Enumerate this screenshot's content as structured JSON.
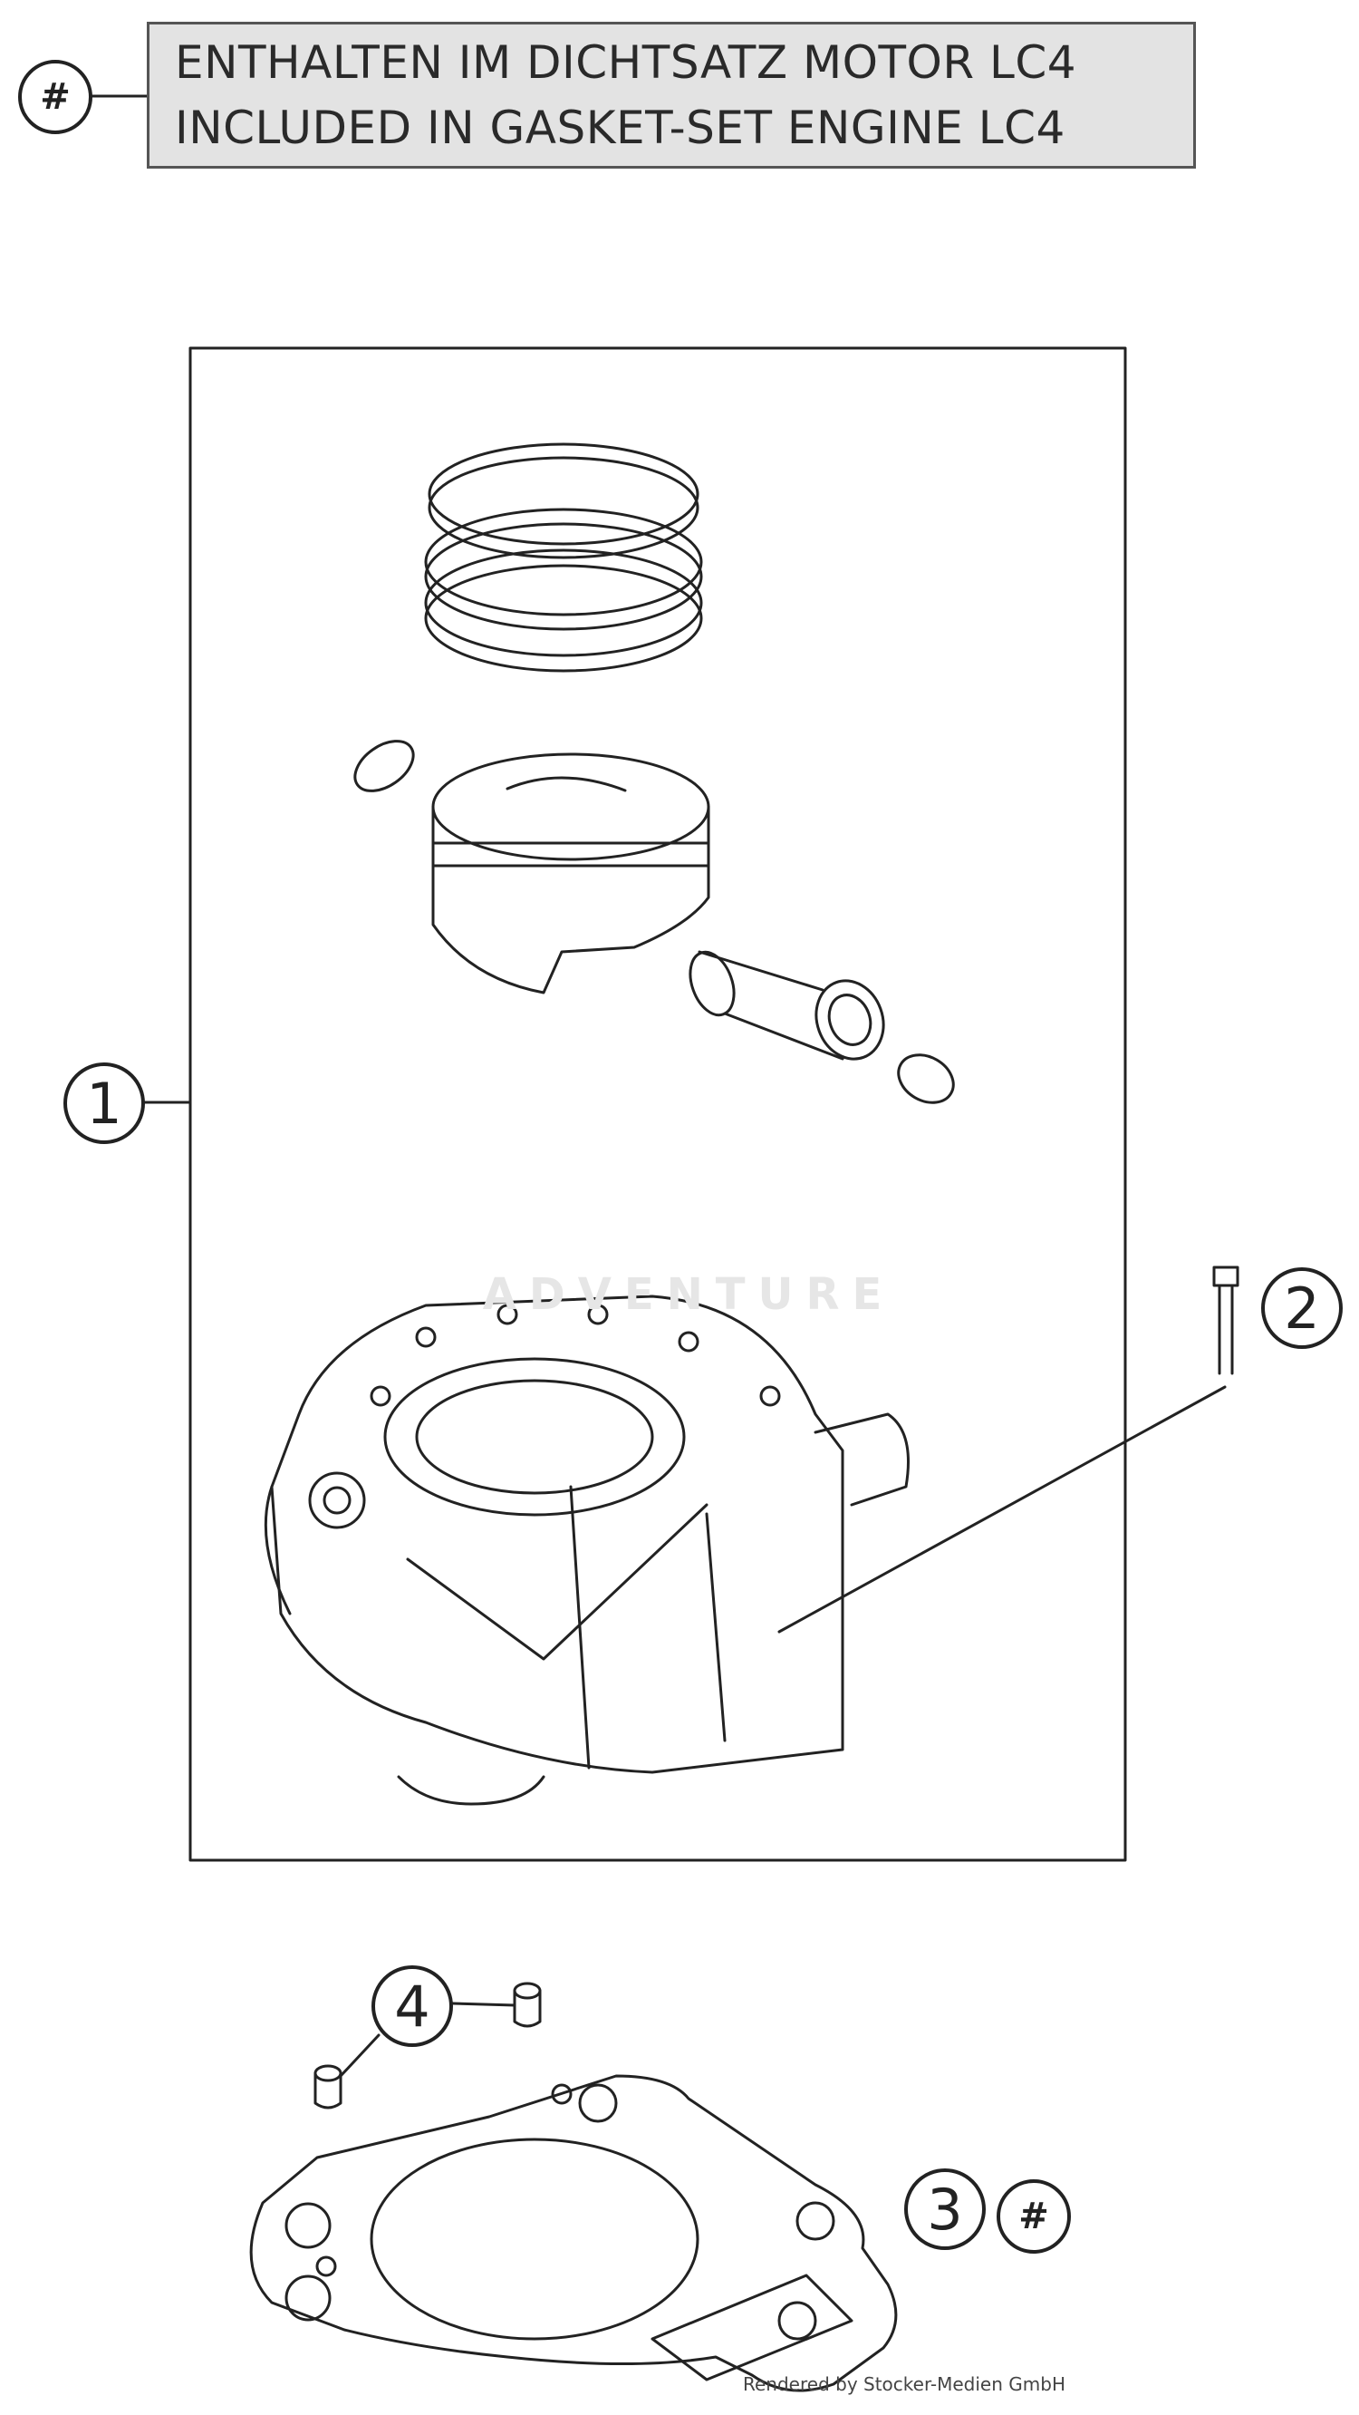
{
  "legend": {
    "symbol": "#",
    "line_de": "ENTHALTEN IM DICHTSATZ MOTOR LC4",
    "line_en": "INCLUDED IN GASKET-SET ENGINE LC4"
  },
  "callouts": {
    "c1": "1",
    "c2": "2",
    "c3": "3",
    "c3_hash": "#",
    "c4": "4"
  },
  "watermark": "ADVENTURE",
  "footer": "Rendered by Stocker-Medien GmbH",
  "colors": {
    "line": "#222222",
    "legend_bg": "#e3e3e3"
  }
}
